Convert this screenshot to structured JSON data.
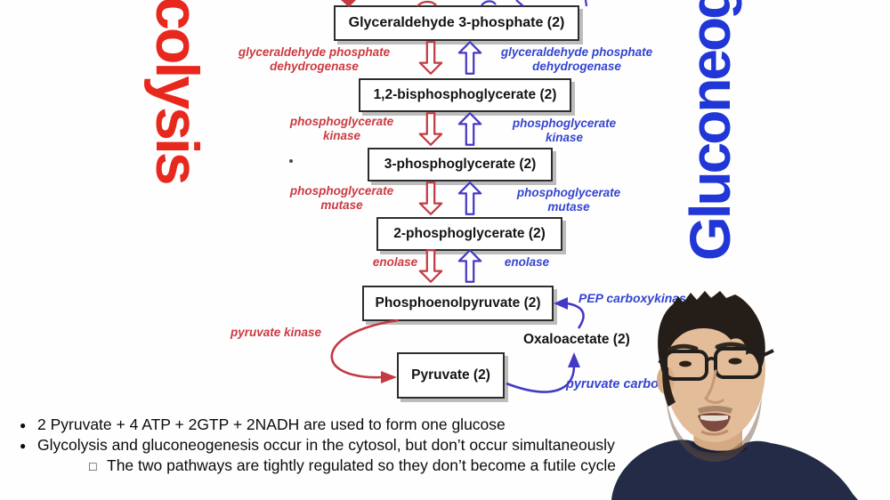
{
  "titles": {
    "glycolysis_partial": "colysis",
    "gluconeogenesis_partial": "Gluconeog"
  },
  "pathway": {
    "metabolites": [
      "Glyceraldehyde 3-phosphate (2)",
      "1,2-bisphosphoglycerate (2)",
      "3-phosphoglycerate (2)",
      "2-phosphoglycerate (2)",
      "Phosphoenolpyruvate (2)",
      "Pyruvate (2)",
      "Oxaloacetate (2)"
    ],
    "glycolysis_enzymes": {
      "gapdh": "glyceraldehyde phosphate\ndehydrogenase",
      "pgk": "phosphoglycerate\nkinase",
      "pgm": "phosphoglycerate\nmutase",
      "enolase": "enolase",
      "pyruvate_kinase": "pyruvate kinase"
    },
    "gluconeogenesis_enzymes": {
      "gapdh": "glyceraldehyde phosphate\ndehydrogenase",
      "pgk": "phosphoglycerate\nkinase",
      "pgm": "phosphoglycerate\nmutase",
      "enolase": "enolase",
      "pep_carboxykinase": "PEP carboxykinase",
      "pyruvate_carboxylase_partial": "pyruvate carboxy"
    }
  },
  "notes": [
    {
      "marker": "●",
      "text": "2 Pyruvate + 4 ATP + 2GTP + 2NADH are used to form one glucose"
    },
    {
      "marker": "●",
      "text": "Glycolysis and gluconeogenesis occur in the cytosol, but don’t occur simultaneously"
    },
    {
      "marker": "□",
      "text": "The two pathways are tightly regulated so they don’t become a futile cycle"
    }
  ],
  "colors": {
    "glycolysis_red": "#cc3a41",
    "gluconeogenesis_blue": "#3445cf",
    "glycolysis_title_red": "#e8271d",
    "gluconeogenesis_title_blue": "#2036d6",
    "box_border": "#2d2d2d",
    "shirt_navy": "#232b47"
  }
}
